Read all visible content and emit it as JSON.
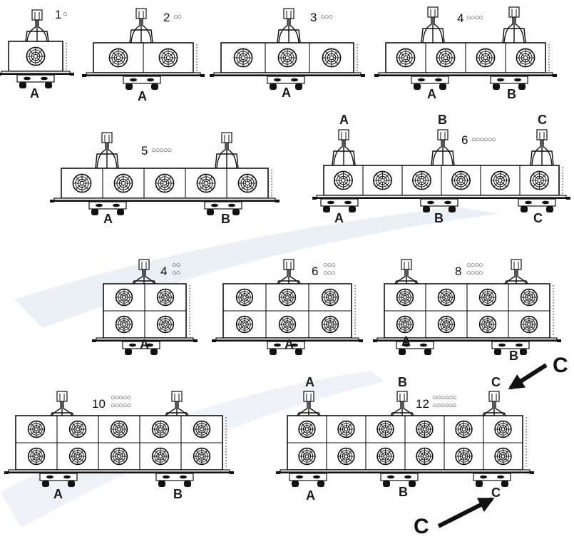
{
  "configs": [
    {
      "id": "c1",
      "count": "1",
      "pattern": "○",
      "labels": [
        "A"
      ]
    },
    {
      "id": "c2",
      "count": "2",
      "pattern": "○○",
      "labels": [
        "A"
      ]
    },
    {
      "id": "c3",
      "count": "3",
      "pattern": "○○○",
      "labels": [
        "A"
      ]
    },
    {
      "id": "c4",
      "count": "4",
      "pattern": "○○○○",
      "labels": [
        "A",
        "B"
      ]
    },
    {
      "id": "c5",
      "count": "5",
      "pattern": "○○○○○",
      "labels": [
        "A",
        "B"
      ]
    },
    {
      "id": "c6",
      "count": "6",
      "pattern": "○○○○○○",
      "top_labels": [
        "A",
        "B",
        "C"
      ],
      "labels": [
        "A",
        "B",
        "C"
      ]
    },
    {
      "id": "c4d",
      "count": "4",
      "pattern_top": "○○",
      "pattern_bottom": "○○",
      "labels": [
        "A"
      ]
    },
    {
      "id": "c6d",
      "count": "6",
      "pattern_top": "○○○",
      "pattern_bottom": "○○○",
      "labels": [
        "A"
      ]
    },
    {
      "id": "c8d",
      "count": "8",
      "pattern_top": "○○○○",
      "pattern_bottom": "○○○○",
      "labels": [
        "A",
        "B"
      ]
    },
    {
      "id": "c10d",
      "count": "10",
      "pattern_top": "○○○○○",
      "pattern_bottom": "○○○○○",
      "labels": [
        "A",
        "B"
      ]
    },
    {
      "id": "c12d",
      "count": "12",
      "pattern_top": "○○○○○○",
      "pattern_bottom": "○○○○○○",
      "top_labels": [
        "A",
        "B",
        "C"
      ],
      "labels": [
        "A",
        "B",
        "C"
      ]
    }
  ],
  "callouts": {
    "top": "C",
    "bottom": "C"
  },
  "colors": {
    "line": "#111111",
    "watermark": "#dbe3ef"
  }
}
